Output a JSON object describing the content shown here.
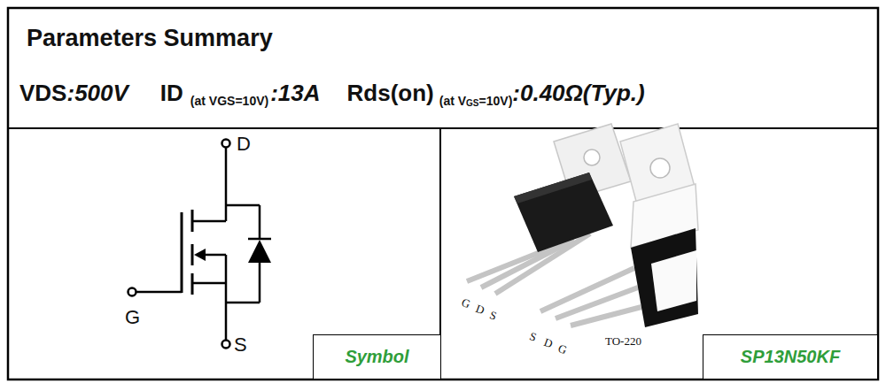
{
  "diagram": {
    "title": "Parameters Summary",
    "nodes": [
      {
        "text": [
          "Symbol"
        ]
      },
      {
        "text": [
          "SP13N50KF"
        ]
      }
    ],
    "labels": [
      "VDS",
      ":500V",
      "ID",
      "(at VGS=10V)",
      ":13A",
      "Rds(on)",
      "(at V",
      "GS",
      "=10V)",
      ":0.40Ω(Typ.)",
      "D",
      "G",
      "S",
      "G",
      "D",
      "S",
      "S",
      "D",
      "G",
      "TO-220"
    ]
  }
}
